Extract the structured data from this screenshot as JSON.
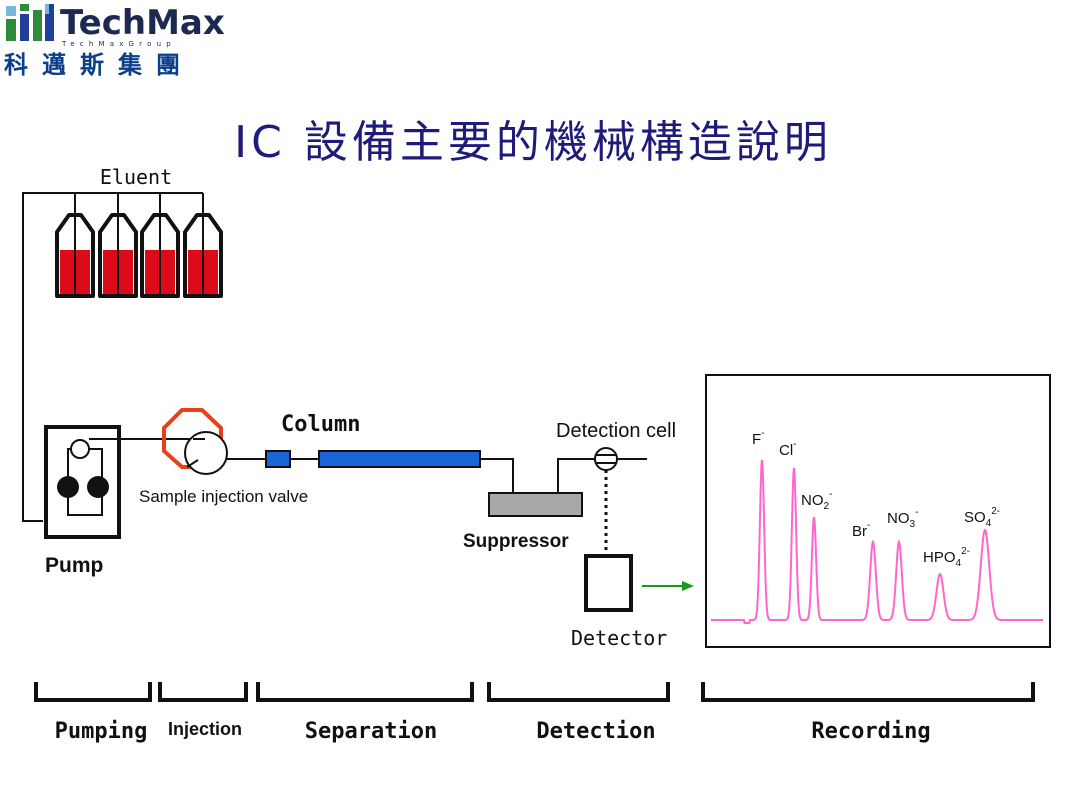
{
  "logo": {
    "brand": "TechMax",
    "subtitle": "TechMaxGroup",
    "chinese": "科邁斯集團",
    "colors": [
      "#2e8b3a",
      "#1f3f9a",
      "#7ab7d8"
    ]
  },
  "title": "IC 設備主要的機械構造說明",
  "labels": {
    "eluent": "Eluent",
    "pump": "Pump",
    "sample_injection_valve": "Sample injection valve",
    "column": "Column",
    "suppressor": "Suppressor",
    "detection_cell": "Detection cell",
    "detector": "Detector"
  },
  "chromatogram": {
    "peaks": [
      {
        "ion": "F",
        "sub": "",
        "sup": "-"
      },
      {
        "ion": "Cl",
        "sub": "",
        "sup": "-"
      },
      {
        "ion": "NO",
        "sub": "2",
        "sup": "-"
      },
      {
        "ion": "Br",
        "sub": "",
        "sup": "-"
      },
      {
        "ion": "NO",
        "sub": "3",
        "sup": "-"
      },
      {
        "ion": "HPO",
        "sub": "4",
        "sup": "2-"
      },
      {
        "ion": "SO",
        "sub": "4",
        "sup": "2-"
      }
    ],
    "trace_color": "#ff66cc"
  },
  "stages": [
    "Pumping",
    "Injection",
    "Separation",
    "Detection",
    "Recording"
  ],
  "colors": {
    "eluent_fill": "#dd0a1a",
    "column_fill": "#1a66d8",
    "valve_outline": "#e8401a",
    "suppressor_fill": "#a8a8a8",
    "arrow": "#1a9a1a"
  }
}
